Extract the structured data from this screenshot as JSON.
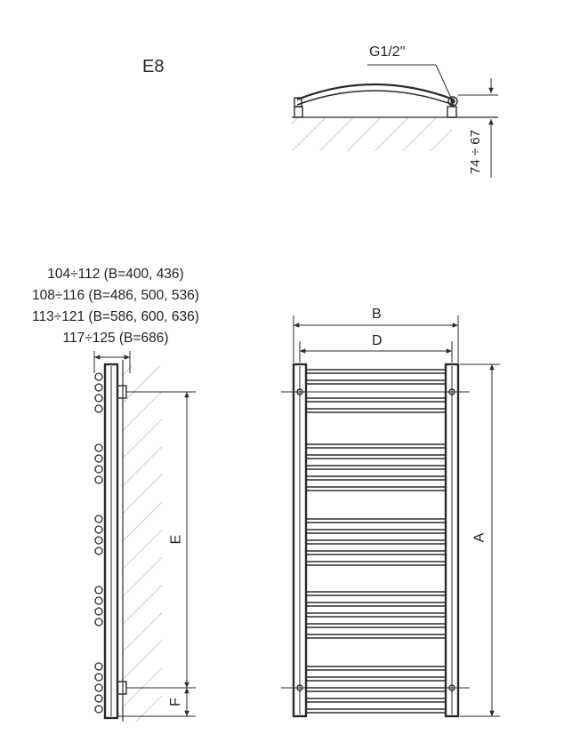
{
  "model": "E8",
  "connection": "G1/2\"",
  "depth_range": "74 ÷ 67",
  "spacing_specs": [
    "104÷112 (B=400, 436)",
    "108÷116 (B=486, 500, 536)",
    "113÷121 (B=586, 600, 636)",
    "117÷125 (B=686)"
  ],
  "dimension_labels": {
    "width_total": "B",
    "width_axis": "D",
    "height": "A",
    "axis_spacing": "E",
    "bottom_offset": "F"
  },
  "colors": {
    "line": "#2b2b2b",
    "hatch": "#9a9a9a"
  }
}
